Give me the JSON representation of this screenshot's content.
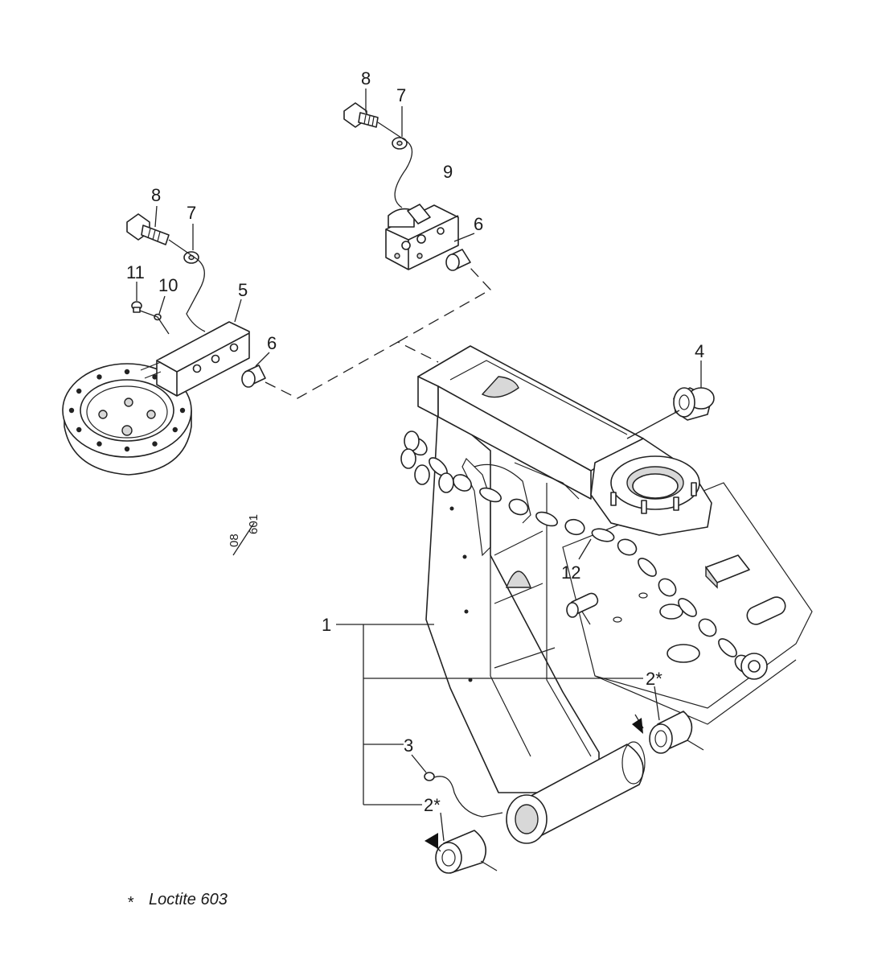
{
  "callouts": {
    "c1": "1",
    "c2a": "2*",
    "c2b": "2*",
    "c3": "3",
    "c4": "4",
    "c5": "5",
    "c6a": "6",
    "c6b": "6",
    "c7a": "7",
    "c7b": "7",
    "c8a": "8",
    "c8b": "8",
    "c9": "9",
    "c10": "10",
    "c11": "11",
    "c12": "12"
  },
  "drawing_ref": {
    "top": "08",
    "bottom": "601"
  },
  "footnote": {
    "symbol": "*",
    "text": "Loctite 603"
  }
}
